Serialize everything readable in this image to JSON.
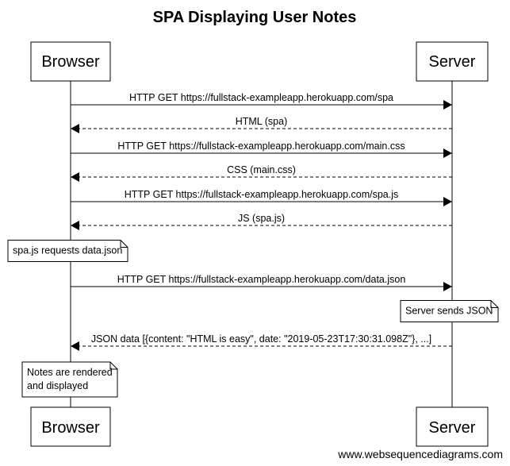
{
  "diagram": {
    "title": "SPA Displaying User Notes",
    "footer": "www.websequencediagrams.com",
    "participants": [
      {
        "id": "browser",
        "label": "Browser"
      },
      {
        "id": "server",
        "label": "Server"
      }
    ],
    "events": [
      {
        "kind": "message",
        "from": "browser",
        "to": "server",
        "style": "solid",
        "label": "HTTP GET https://fullstack-exampleapp.herokuapp.com/spa"
      },
      {
        "kind": "message",
        "from": "server",
        "to": "browser",
        "style": "dashed",
        "label": "HTML (spa)"
      },
      {
        "kind": "message",
        "from": "browser",
        "to": "server",
        "style": "solid",
        "label": "HTTP GET https://fullstack-exampleapp.herokuapp.com/main.css"
      },
      {
        "kind": "message",
        "from": "server",
        "to": "browser",
        "style": "dashed",
        "label": "CSS (main.css)"
      },
      {
        "kind": "message",
        "from": "browser",
        "to": "server",
        "style": "solid",
        "label": "HTTP GET https://fullstack-exampleapp.herokuapp.com/spa.js"
      },
      {
        "kind": "message",
        "from": "server",
        "to": "browser",
        "style": "dashed",
        "label": "JS (spa.js)"
      },
      {
        "kind": "note",
        "over": "browser",
        "lines": [
          "spa.js requests data.json"
        ]
      },
      {
        "kind": "message",
        "from": "browser",
        "to": "server",
        "style": "solid",
        "label": "HTTP GET https://fullstack-exampleapp.herokuapp.com/data.json"
      },
      {
        "kind": "note",
        "over": "server",
        "lines": [
          "Server sends JSON"
        ]
      },
      {
        "kind": "message",
        "from": "server",
        "to": "browser",
        "style": "dashed",
        "label": "JSON data [{content: \"HTML is easy\", date: \"2019-05-23T17:30:31.098Z\"}, ...]"
      },
      {
        "kind": "note",
        "over": "browser",
        "lines": [
          "Notes are rendered",
          "and displayed"
        ]
      }
    ]
  }
}
